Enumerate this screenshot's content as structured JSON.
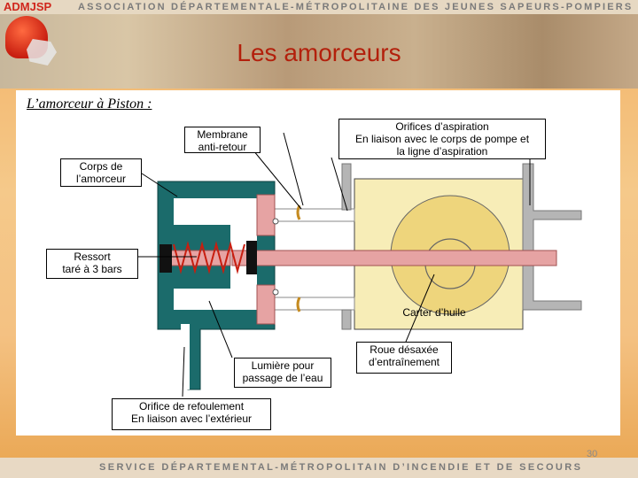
{
  "header": {
    "logo_text": "ADMJSP",
    "org_name": "ASSOCIATION DÉPARTEMENTALE-MÉTROPOLITAINE DES JEUNES SAPEURS-POMPIERS",
    "title": "Les amorceurs"
  },
  "subtitle": "L’amorceur à Piston :",
  "labels": {
    "membrane": [
      "Membrane",
      "anti-retour"
    ],
    "orifices": [
      "Orifices d’aspiration",
      "En liaison avec le corps de pompe et",
      "la ligne d’aspiration"
    ],
    "corps": [
      "Corps de",
      "l’amorceur"
    ],
    "ressort": [
      "Ressort",
      "taré à 3 bars"
    ],
    "lumiere": [
      "Lumière pour",
      "passage de l’eau"
    ],
    "roue": [
      "Roue désaxée",
      "d’entraînement"
    ],
    "orifice_refoulement": [
      "Orifice de refoulement",
      "En liaison avec l’extérieur"
    ],
    "carter": "Carter d’huile"
  },
  "footer": {
    "text": "SERVICE DÉPARTEMENTAL-MÉTROPOLITAIN D’INCENDIE ET DE SECOURS",
    "page_number": "30"
  },
  "colors": {
    "body_teal": "#1b6b6b",
    "piston_pink": "#e6a3a3",
    "carter_yellow": "#f7edb7",
    "wheel_yellow": "#eed57c",
    "pipe_grey": "#b5b5b5",
    "title_red": "#b3200c"
  }
}
